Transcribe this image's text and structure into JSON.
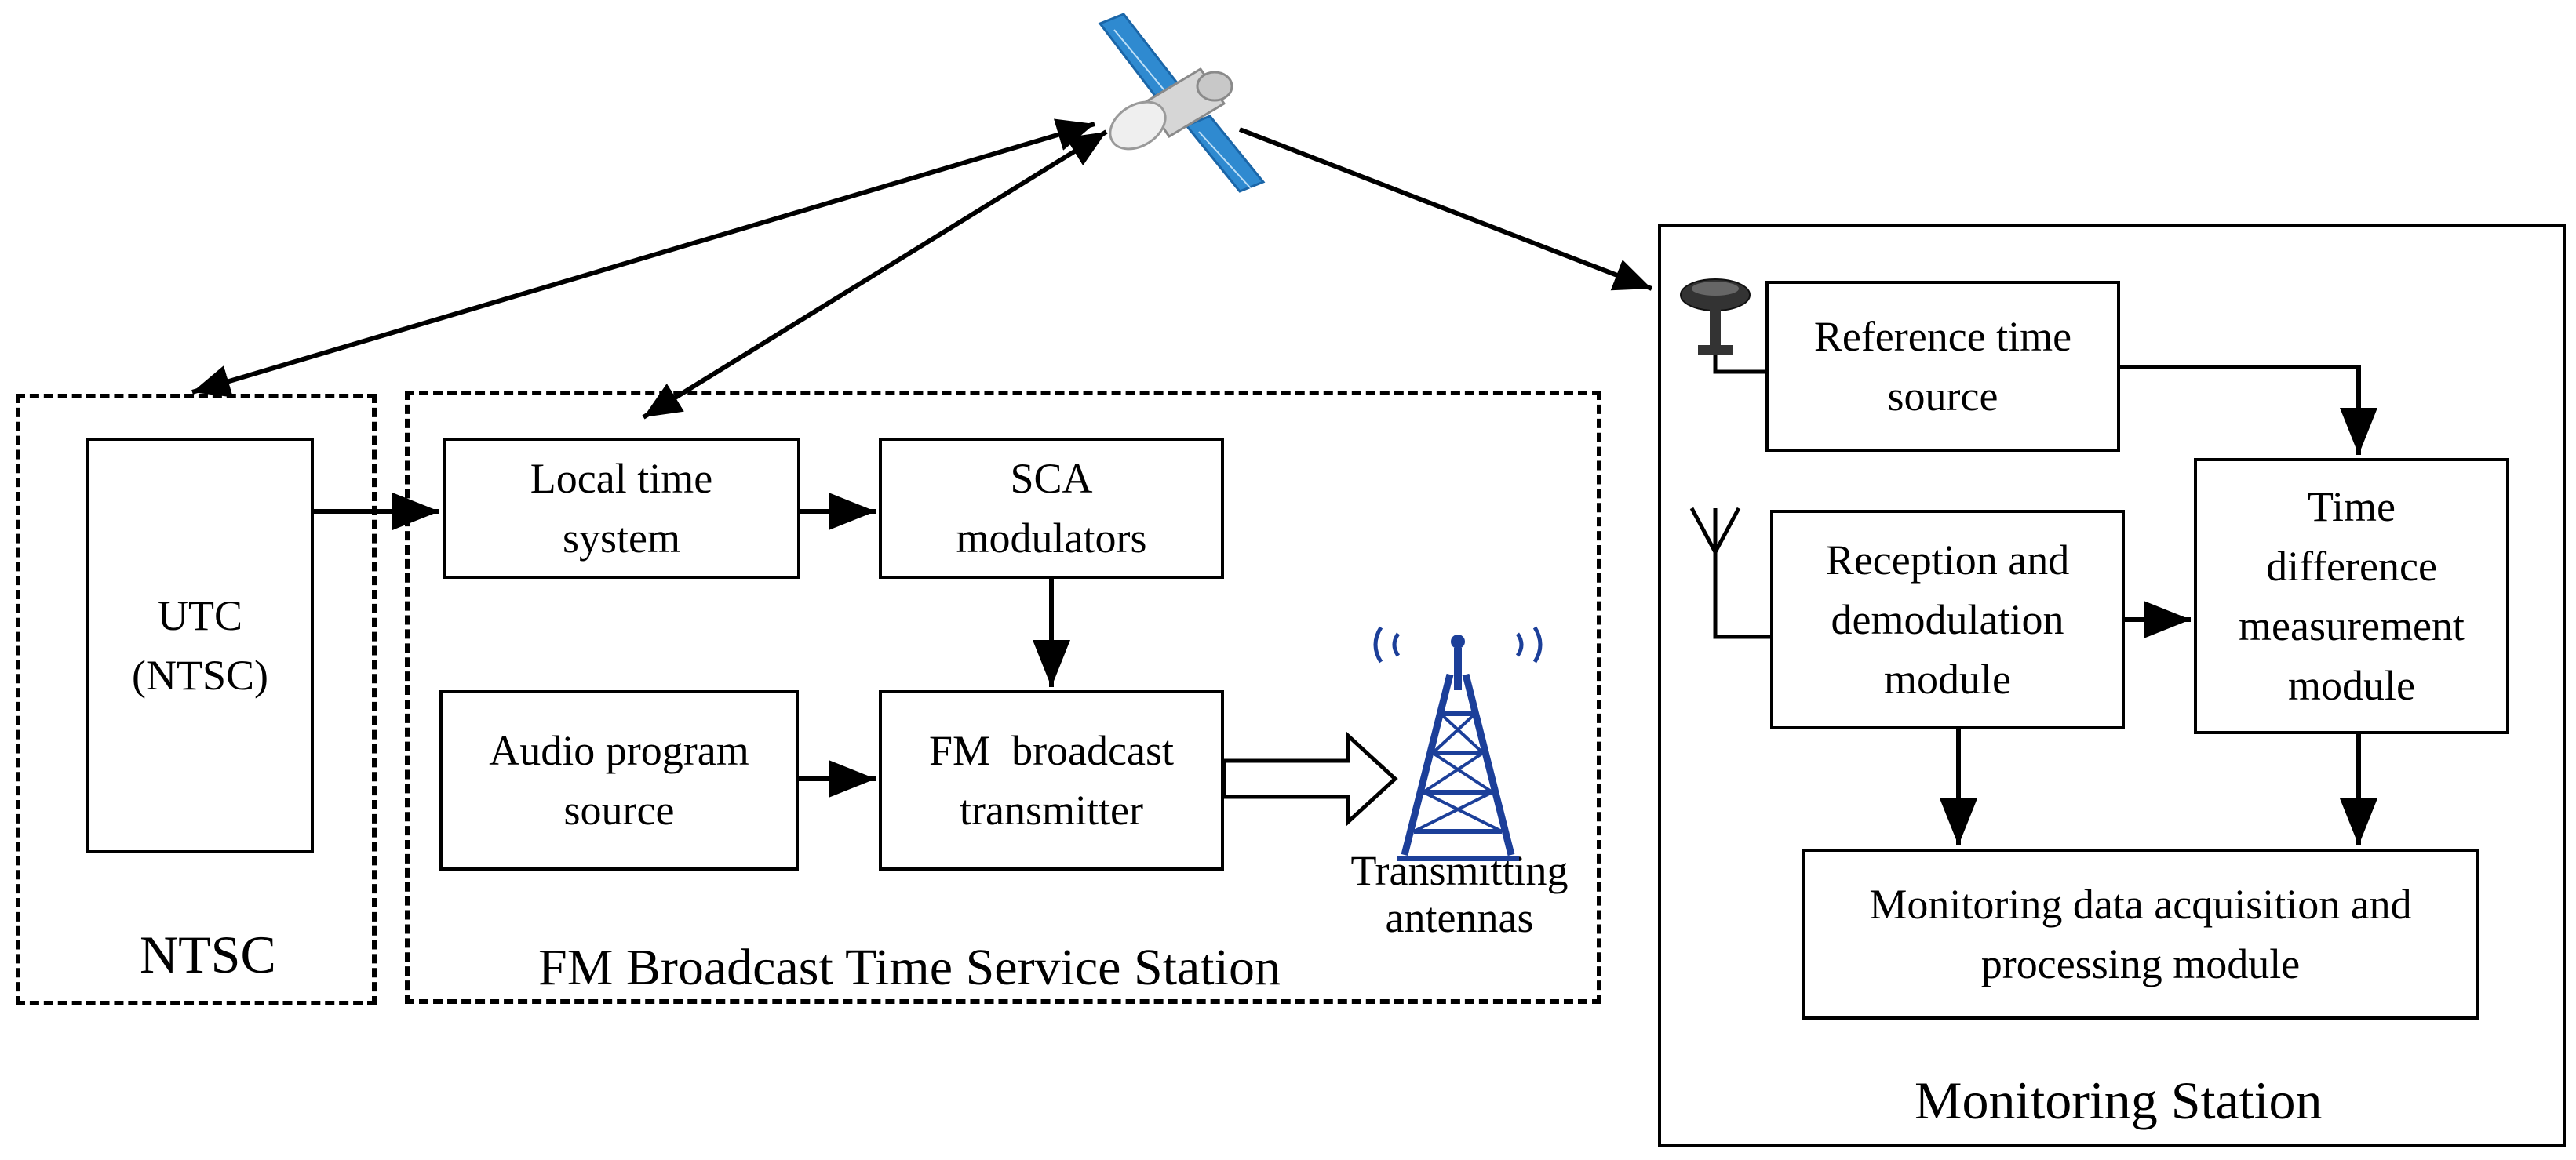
{
  "regions": {
    "ntsc": {
      "label": "NTSC"
    },
    "fm_station": {
      "label": "FM Broadcast Time Service Station"
    },
    "monitoring": {
      "label": "Monitoring Station"
    }
  },
  "boxes": {
    "utc": [
      "UTC",
      "(NTSC)"
    ],
    "local_time": [
      "Local time",
      "system"
    ],
    "sca": [
      "SCA",
      "modulators"
    ],
    "audio": [
      "Audio program",
      "source"
    ],
    "fm_tx": [
      "FM  broadcast",
      "transmitter"
    ],
    "ref_time": [
      "Reference time",
      "source"
    ],
    "reception": [
      "Reception and",
      "demodulation",
      "module"
    ],
    "time_diff": [
      "Time",
      "difference",
      "measurement",
      "module"
    ],
    "monitor_data": [
      "Monitoring data acquisition and",
      "processing module"
    ]
  },
  "antenna_label": [
    "Transmitting",
    "antennas"
  ],
  "icons": {
    "satellite": "satellite-icon",
    "tower": "transmitting-tower-icon",
    "gnss_antenna": "gnss-antenna-icon",
    "rx_antenna": "receiving-antenna-icon"
  },
  "colors": {
    "line": "#000000",
    "satellite_panel": "#2f8ad0",
    "tower": "#1c3f99"
  }
}
